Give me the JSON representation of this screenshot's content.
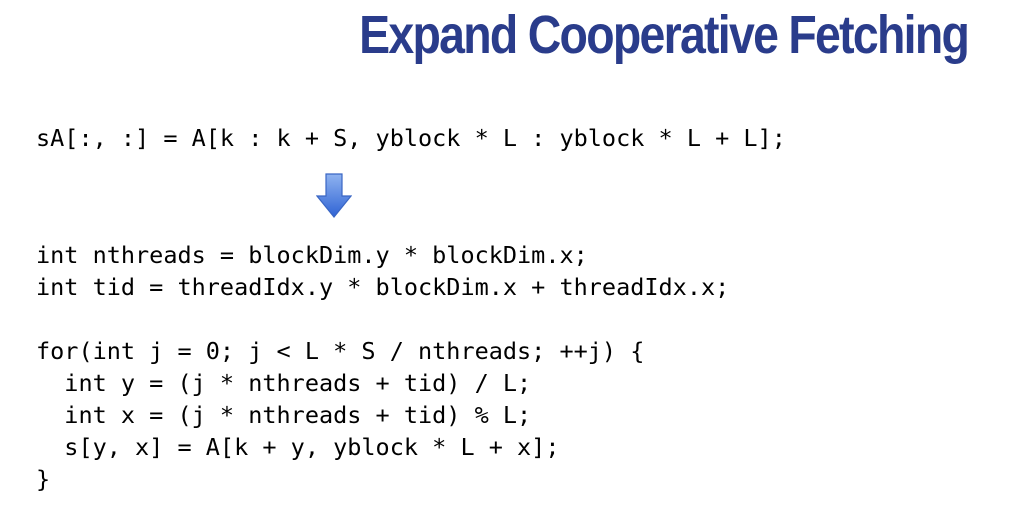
{
  "slide": {
    "title": "Expand Cooperative Fetching"
  },
  "code": {
    "original": "sA[:, :] = A[k : k + S, yblock * L : yblock * L + L];",
    "arrow_icon": "down-arrow-icon",
    "expanded_lines": [
      "int nthreads = blockDim.y * blockDim.x;",
      "int tid = threadIdx.y * blockDim.x + threadIdx.x;",
      "",
      "for(int j = 0; j < L * S / nthreads; ++j) {",
      "  int y = (j * nthreads + tid) / L;",
      "  int x = (j * nthreads + tid) % L;",
      "  s[y, x] = A[k + y, yblock * L + x];",
      "}"
    ]
  },
  "colors": {
    "title": "#2a3c8b",
    "arrow_top": "#8fb3f0",
    "arrow_bottom": "#2f63d4",
    "text": "#000000"
  }
}
